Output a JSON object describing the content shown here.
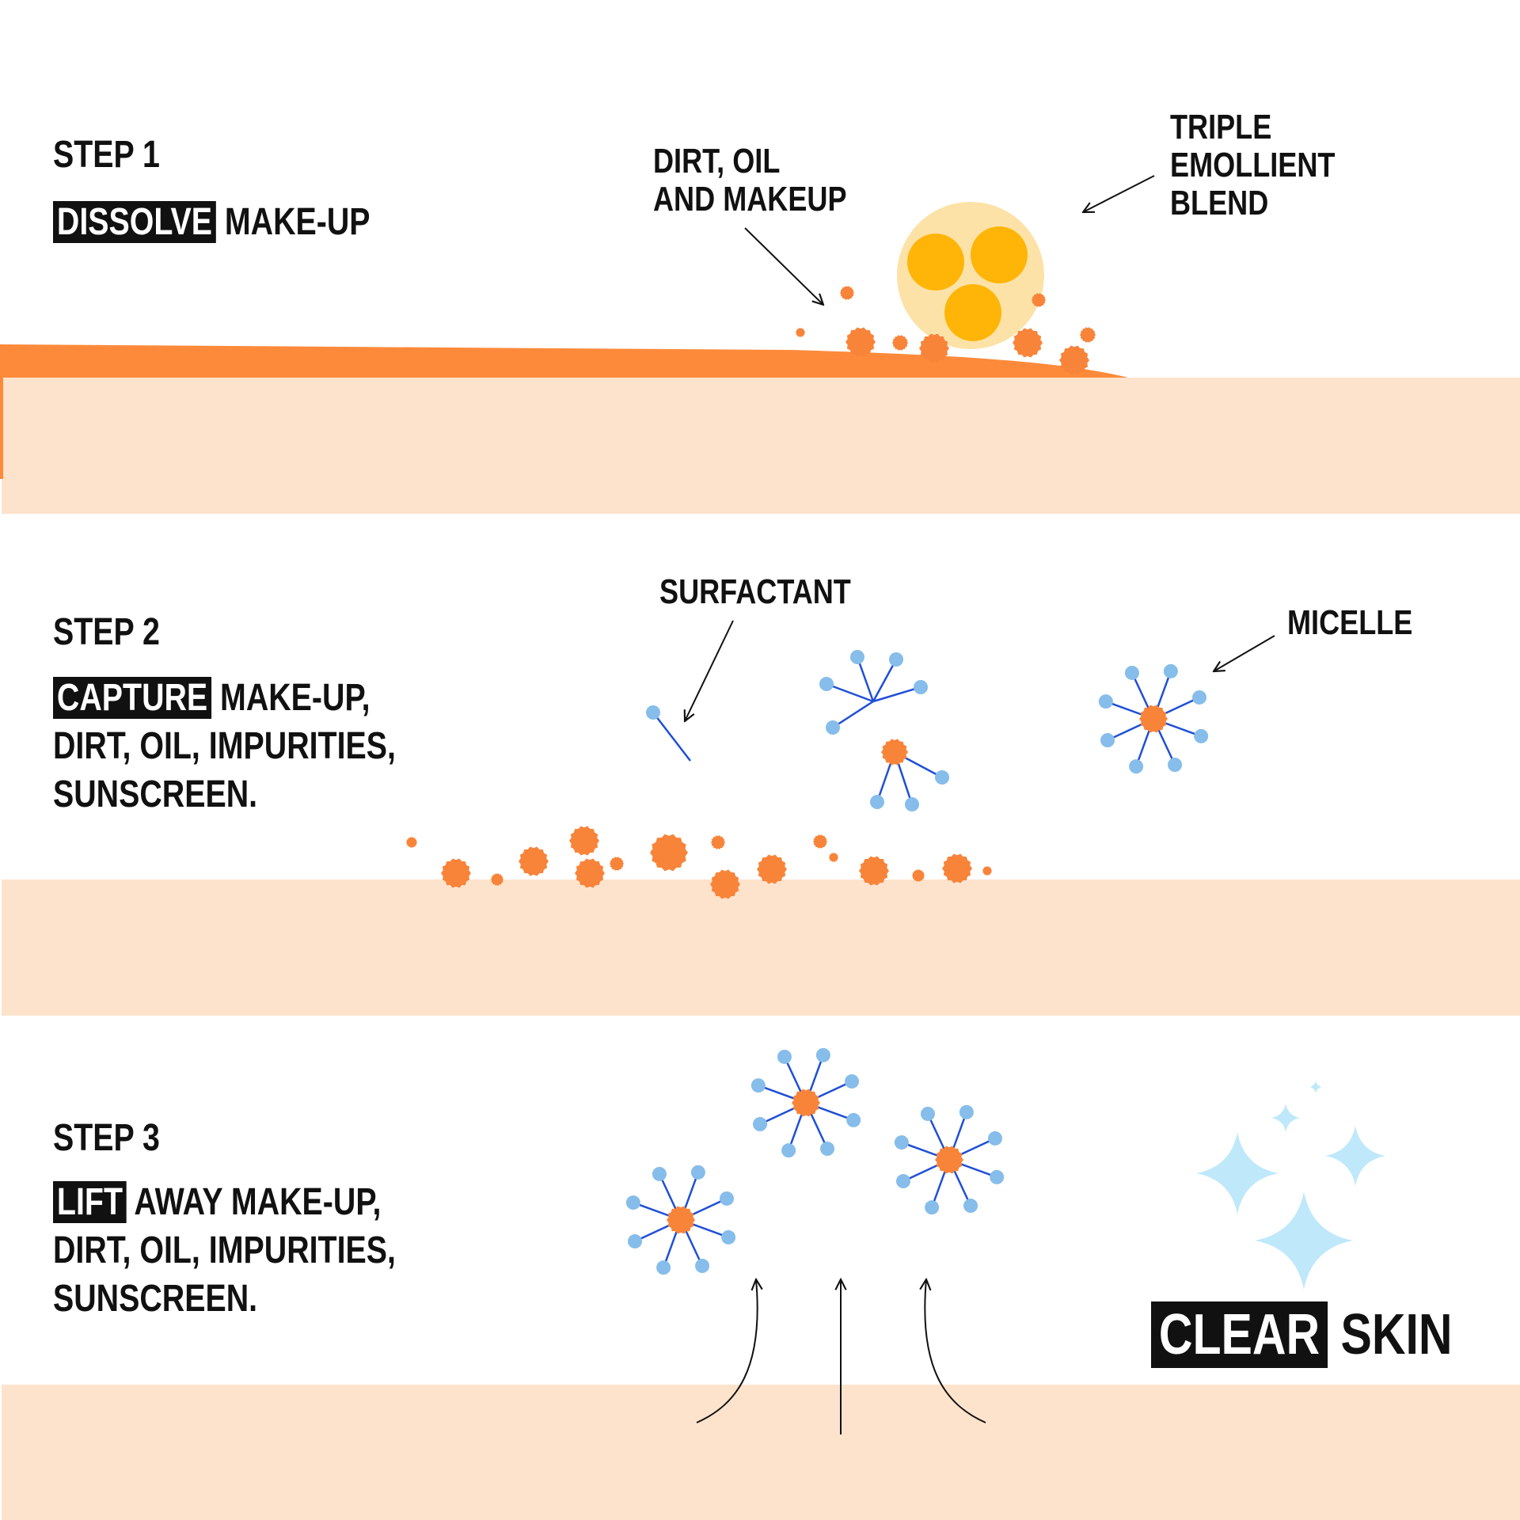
{
  "colors": {
    "skin": "#fde3cc",
    "film": "#fd8a3b",
    "dirt": "#f8843a",
    "emollient_outer": "#fde2a7",
    "emollient_inner": "#feb508",
    "surfactant_tail": "#1f4fd6",
    "surfactant_head": "#86bdea",
    "sparkle": "#bfe9fb",
    "text": "#111111"
  },
  "step1": {
    "title": "STEP 1",
    "highlight": "DISSOLVE",
    "rest": "MAKE-UP",
    "label_dirt": [
      "DIRT, OIL",
      "AND MAKEUP"
    ],
    "label_emollient": [
      "TRIPLE",
      "EMOLLIENT",
      "BLEND"
    ]
  },
  "step2": {
    "title": "STEP 2",
    "highlight": "CAPTURE",
    "line1_rest": "MAKE-UP,",
    "line2": "DIRT, OIL, IMPURITIES,",
    "line3": "SUNSCREEN.",
    "label_surfactant": "SURFACTANT",
    "label_micelle": "MICELLE"
  },
  "step3": {
    "title": "STEP 3",
    "highlight": "LIFT",
    "line1_rest": "AWAY MAKE-UP,",
    "line2": "DIRT, OIL, IMPURITIES,",
    "line3": "SUNSCREEN.",
    "result_highlight": "CLEAR",
    "result_rest": "SKIN"
  },
  "icons": [
    "emollient-droplet-icon",
    "surfactant-icon",
    "micelle-icon",
    "dirt-particle-icon",
    "sparkle-icon",
    "arrow-icon"
  ]
}
